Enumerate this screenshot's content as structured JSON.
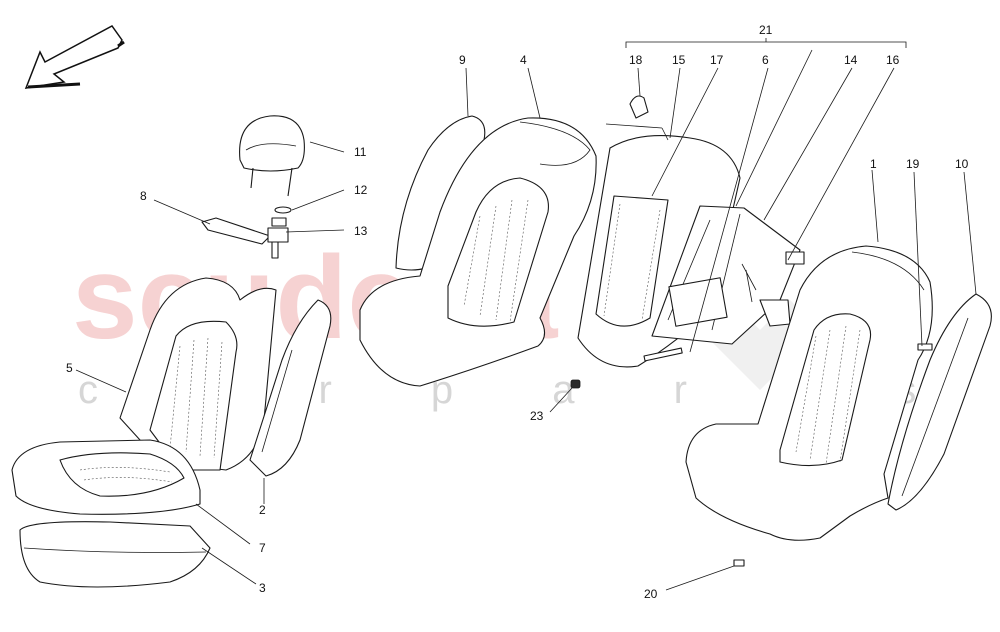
{
  "watermark": {
    "main": "scuderia",
    "sub": "c a r p a r t s",
    "color": "#f3c3c3"
  },
  "callouts": [
    "1",
    "2",
    "3",
    "4",
    "5",
    "6",
    "7",
    "8",
    "9",
    "10",
    "11",
    "12",
    "13",
    "14",
    "15",
    "16",
    "17",
    "18",
    "19",
    "20",
    "21",
    "23"
  ],
  "direction_arrow": "front-direction-arrow-icon"
}
